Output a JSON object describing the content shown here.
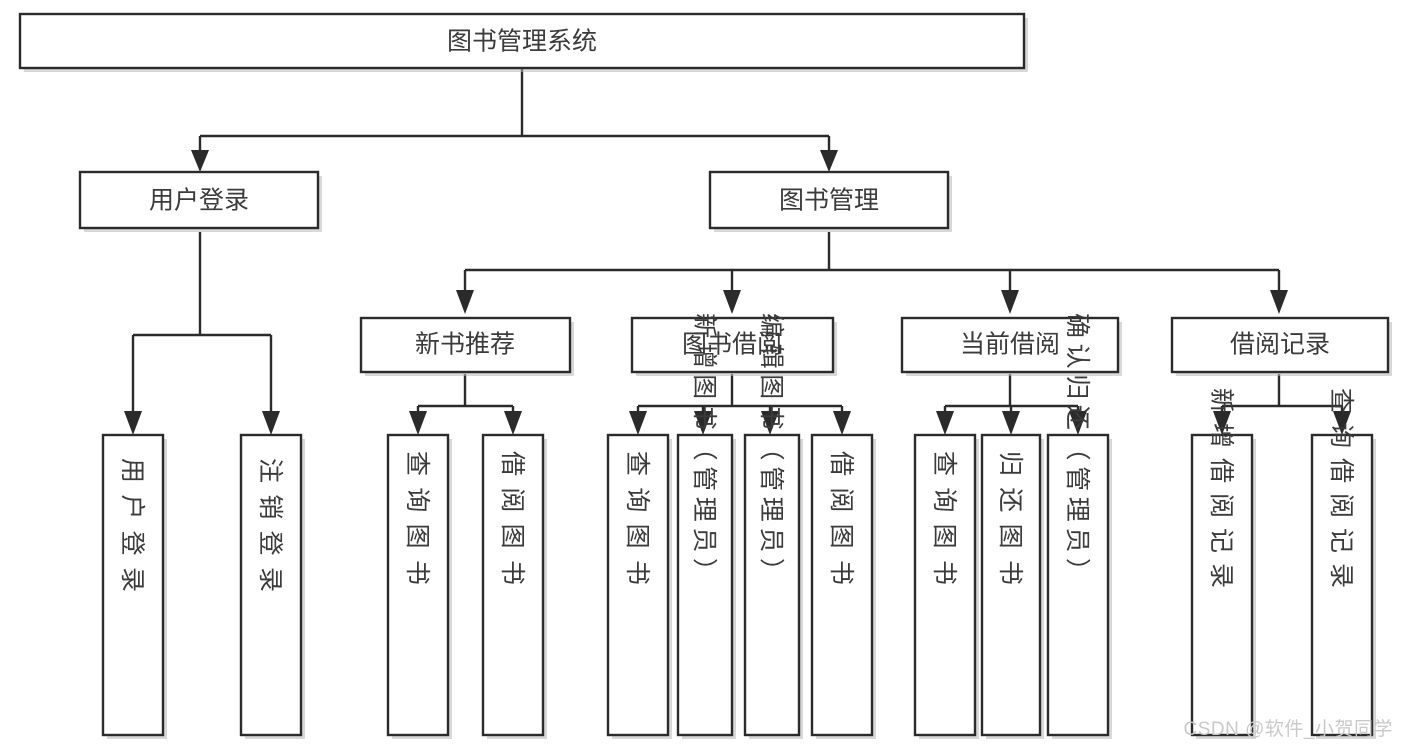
{
  "diagram": {
    "type": "tree-hierarchy-chart",
    "title": "图书管理系统",
    "watermark": "CSDN @软件_小贺同学",
    "colors": {
      "box_fill": "#ffffff",
      "box_stroke": "#2b2b2b",
      "text": "#3b3b3b",
      "connector": "#2b2b2b",
      "watermark": "#c9c9c9",
      "background": "#ffffff"
    },
    "levels": [
      {
        "level": 0,
        "nodes": [
          {
            "id": "root",
            "label": "图书管理系统"
          }
        ]
      },
      {
        "level": 1,
        "nodes": [
          {
            "id": "user-login",
            "label": "用户登录",
            "parent": "root"
          },
          {
            "id": "book-manage",
            "label": "图书管理",
            "parent": "root"
          }
        ]
      },
      {
        "level": 2,
        "nodes": [
          {
            "id": "new-book-rec",
            "label": "新书推荐",
            "parent": "book-manage"
          },
          {
            "id": "book-borrow",
            "label": "图书借阅",
            "parent": "book-manage"
          },
          {
            "id": "current-borrow",
            "label": "当前借阅",
            "parent": "book-manage"
          },
          {
            "id": "borrow-record",
            "label": "借阅记录",
            "parent": "book-manage"
          }
        ]
      },
      {
        "level": 3,
        "nodes": [
          {
            "id": "leaf-user-login",
            "label": "用户登录",
            "parent": "user-login"
          },
          {
            "id": "leaf-logout",
            "label": "注销登录",
            "parent": "user-login"
          },
          {
            "id": "leaf-query-book-1",
            "label": "查询图书",
            "parent": "new-book-rec"
          },
          {
            "id": "leaf-borrow-book-1",
            "label": "借阅图书",
            "parent": "new-book-rec"
          },
          {
            "id": "leaf-query-book-2",
            "label": "查询图书",
            "parent": "book-borrow"
          },
          {
            "id": "leaf-add-book",
            "label": "新增图书（管理员）",
            "parent": "book-borrow"
          },
          {
            "id": "leaf-edit-book",
            "label": "编辑图书（管理员）",
            "parent": "book-borrow"
          },
          {
            "id": "leaf-borrow-book-2",
            "label": "借阅图书",
            "parent": "book-borrow"
          },
          {
            "id": "leaf-query-book-3",
            "label": "查询图书",
            "parent": "current-borrow"
          },
          {
            "id": "leaf-return-book",
            "label": "归还图书",
            "parent": "current-borrow"
          },
          {
            "id": "leaf-confirm-return",
            "label": "确认归还（管理员）",
            "parent": "current-borrow"
          },
          {
            "id": "leaf-add-record",
            "label": "新增借阅记录",
            "parent": "borrow-record"
          },
          {
            "id": "leaf-query-record",
            "label": "查询借阅记录",
            "parent": "borrow-record"
          }
        ]
      }
    ]
  }
}
